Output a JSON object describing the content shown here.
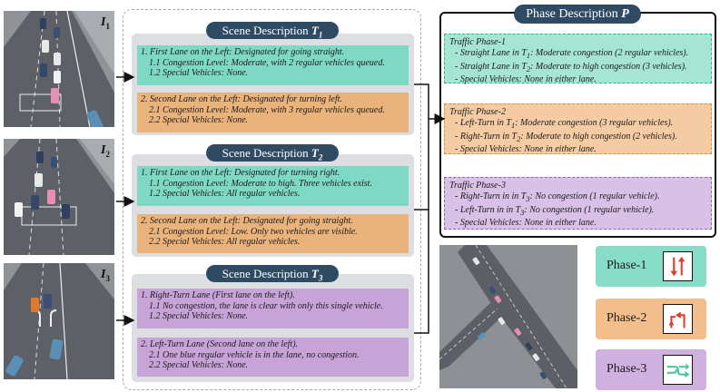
{
  "images": {
    "i1": {
      "letter": "I",
      "sub": "1"
    },
    "i2": {
      "letter": "I",
      "sub": "2"
    },
    "i3": {
      "letter": "I",
      "sub": "3"
    }
  },
  "scene1": {
    "title_prefix": "Scene Description ",
    "title_var": "T",
    "title_sub": "1",
    "lane1": {
      "heading": "1. First Lane on the Left: Designated for going straight.",
      "l1": "1.1 Congestion Level: Moderate, with 2 regular vehicles queued.",
      "l2": "1.2 Special Vehicles: None."
    },
    "lane2": {
      "heading": "2. Second Lane on the Left: Designated for turning left.",
      "l1": "2.1 Congestion Level: Moderate, with 3 regular vehicles queued.",
      "l2": "2.2 Special Vehicles: None."
    }
  },
  "scene2": {
    "title_prefix": "Scene Description ",
    "title_var": "T",
    "title_sub": "2",
    "lane1": {
      "heading": "1. First Lane on the Left: Designated for turning right.",
      "l1": "1.1 Congestion Level: Moderate to high. Three vehicles exist.",
      "l2": "1.2 Special Vehicles: All regular vehicles."
    },
    "lane2": {
      "heading": "2. Second Lane on the Left: Designated for going straight.",
      "l1": "2.1 Congestion Level: Low. Only two vehicles are visible.",
      "l2": "2.2 Special Vehicles: All regular vehicles."
    }
  },
  "scene3": {
    "title_prefix": "Scene Description ",
    "title_var": "T",
    "title_sub": "3",
    "lane1": {
      "heading": "1. Right-Turn Lane (First lane on the left).",
      "l1": "1.1 No congestion, the lane is clear with only this single vehicle.",
      "l2": "1.2 Special Vehicles: None."
    },
    "lane2": {
      "heading": "2. Left-Turn Lane (Second lane on the left).",
      "l1": "2.1 One blue regular vehicle is in the lane, no congestion.",
      "l2": "2.2 Special Vehicles: None."
    }
  },
  "phase_desc": {
    "title_prefix": "Phase Description ",
    "title_var": "P",
    "p1": {
      "heading": "Traffic Phase-1",
      "b1_pre": "- Straight Lane in T",
      "b1_sub": "1",
      "b1_post": ": Moderate congestion (2 regular vehicles).",
      "b2_pre": "- Straight Lane in T",
      "b2_sub": "2",
      "b2_post": ": Moderate to high congestion (3 vehicles).",
      "b3": "- Special Vehicles: None in either lane."
    },
    "p2": {
      "heading": "Traffic Phase-2",
      "b1_pre": "- Left-Turn in T",
      "b1_sub": "1",
      "b1_post": ": Moderate congestion (3 regular vehicles).",
      "b2_pre": "- Right-Turn in T",
      "b2_sub": "2",
      "b2_post": ": Moderate to high congestion (2 vehicles).",
      "b3": "- Special Vehicles: None in either lane."
    },
    "p3": {
      "heading": "Traffic Phase-3",
      "b1_pre": "- Right-Turn in in T",
      "b1_sub": "3",
      "b1_post": ": No congestion (1 regular vehicle).",
      "b2_pre": "- Left-Turn in in T",
      "b2_sub": "3",
      "b2_post": ": No congestion (1 regular vehicle).",
      "b3": "- Special Vehicles: None in either lane."
    }
  },
  "legend": {
    "phase1": "Phase-1",
    "phase2": "Phase-2",
    "phase3": "Phase-3"
  },
  "colors": {
    "title_bg": "#2f4a63",
    "green": "#7ed9c4",
    "orange": "#eab37c",
    "purple": "#c7a3d8",
    "arrow_red": "#e03a2a",
    "arrow_green": "#48c6a0"
  },
  "icons": [
    "straight-arrows-icon",
    "left-right-turn-icon",
    "turn-arrows-icon"
  ]
}
